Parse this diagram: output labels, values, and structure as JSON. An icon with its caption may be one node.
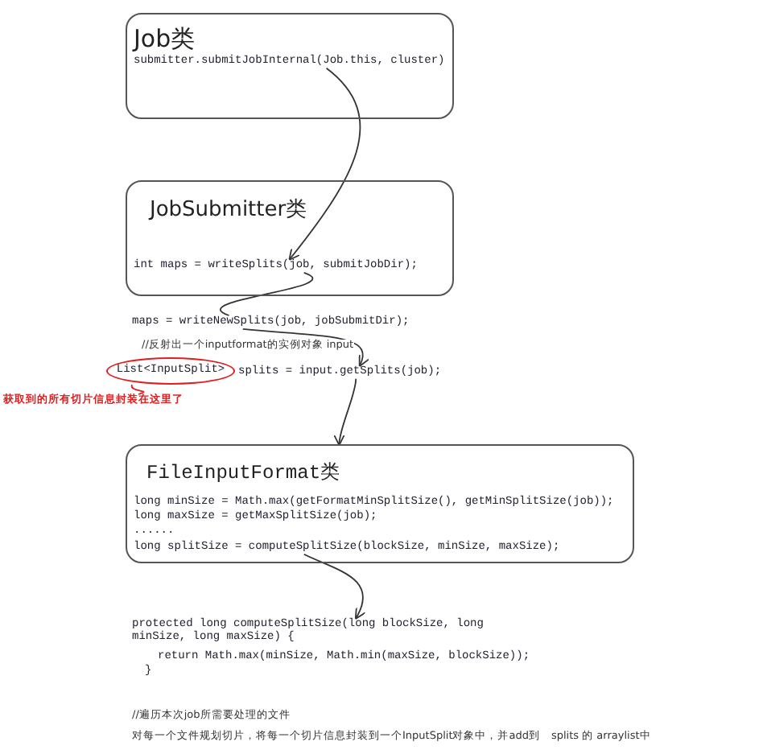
{
  "diagram": {
    "nodes": [
      {
        "text": [
          "Job类"
        ]
      },
      {
        "text": [
          "submitter.submitJobInternal(Job.this, cluster)"
        ],
        "in": 0
      },
      {
        "text": [
          "JobSubmitter类"
        ]
      },
      {
        "text": [
          "int maps = writeSplits(job, submitJobDir);"
        ],
        "in": 2
      },
      {
        "text": [
          "maps = writeNewSplits(job, jobSubmitDir);"
        ]
      },
      {
        "text": [
          "//反射出一个inputformat的实例对象 input"
        ]
      },
      {
        "text": [
          "List<InputSplit>"
        ]
      },
      {
        "text": [
          "splits = input.getSplits(job);"
        ]
      },
      {
        "text": [
          "获取到的所有切片信息封装在这里了"
        ]
      },
      {
        "text": [
          "FileInputFormat类"
        ]
      },
      {
        "text": [
          "long minSize = Math.max(getFormatMinSplitSize(), getMinSplitSize(job));"
        ],
        "in": 9
      },
      {
        "text": [
          "long maxSize = getMaxSplitSize(job);"
        ],
        "in": 9
      },
      {
        "text": [
          "......"
        ],
        "in": 9
      },
      {
        "text": [
          "long splitSize = computeSplitSize(blockSize, minSize, maxSize);"
        ],
        "in": 9
      },
      {
        "text": [
          "protected long computeSplitSize(long blockSize, long minSize, long maxSize) {"
        ]
      },
      {
        "text": [
          "return Math.max(minSize, Math.min(maxSize, blockSize));"
        ]
      },
      {
        "text": [
          "}"
        ]
      }
    ],
    "edges": [
      {
        "from": 1,
        "to": 3,
        "arrow": "to"
      },
      {
        "from": 3,
        "to": 4,
        "arrow": "none"
      },
      {
        "from": 4,
        "to": 7,
        "arrow": "to"
      },
      {
        "from": 7,
        "to": 9,
        "arrow": "to"
      },
      {
        "from": 13,
        "to": 14,
        "arrow": "to"
      },
      {
        "from": 8,
        "to": 6,
        "arrow": "none",
        "color": "#e02020"
      }
    ],
    "labels": [
      "//遍历本次job所需要处理的文件",
      "对每一个文件规划切片，将每一个切片信息封装到一个InputSplit对象中，并add到　splits 的 arraylist中"
    ]
  }
}
